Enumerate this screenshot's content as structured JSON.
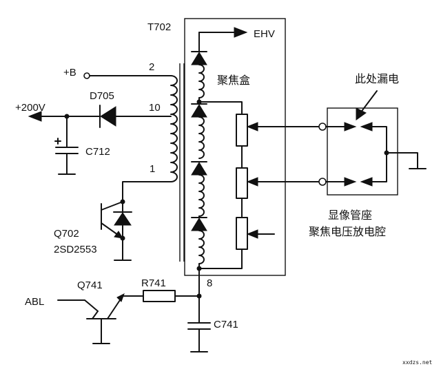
{
  "labels": {
    "transformer": "T702",
    "ehv": "EHV",
    "focus_box": "聚焦盒",
    "leak_here": "此处漏电",
    "b_plus": "+B",
    "v200": "+200V",
    "d705": "D705",
    "pin2": "2",
    "pin10": "10",
    "pin1": "1",
    "pin8": "8",
    "c712": "C712",
    "q702": "Q702",
    "q702_type": "2SD2553",
    "abl": "ABL",
    "q741": "Q741",
    "r741": "R741",
    "c741": "C741",
    "socket_line1": "显像管座",
    "socket_line2": "聚焦电压放电腔",
    "watermark": "xxdzs.net"
  }
}
